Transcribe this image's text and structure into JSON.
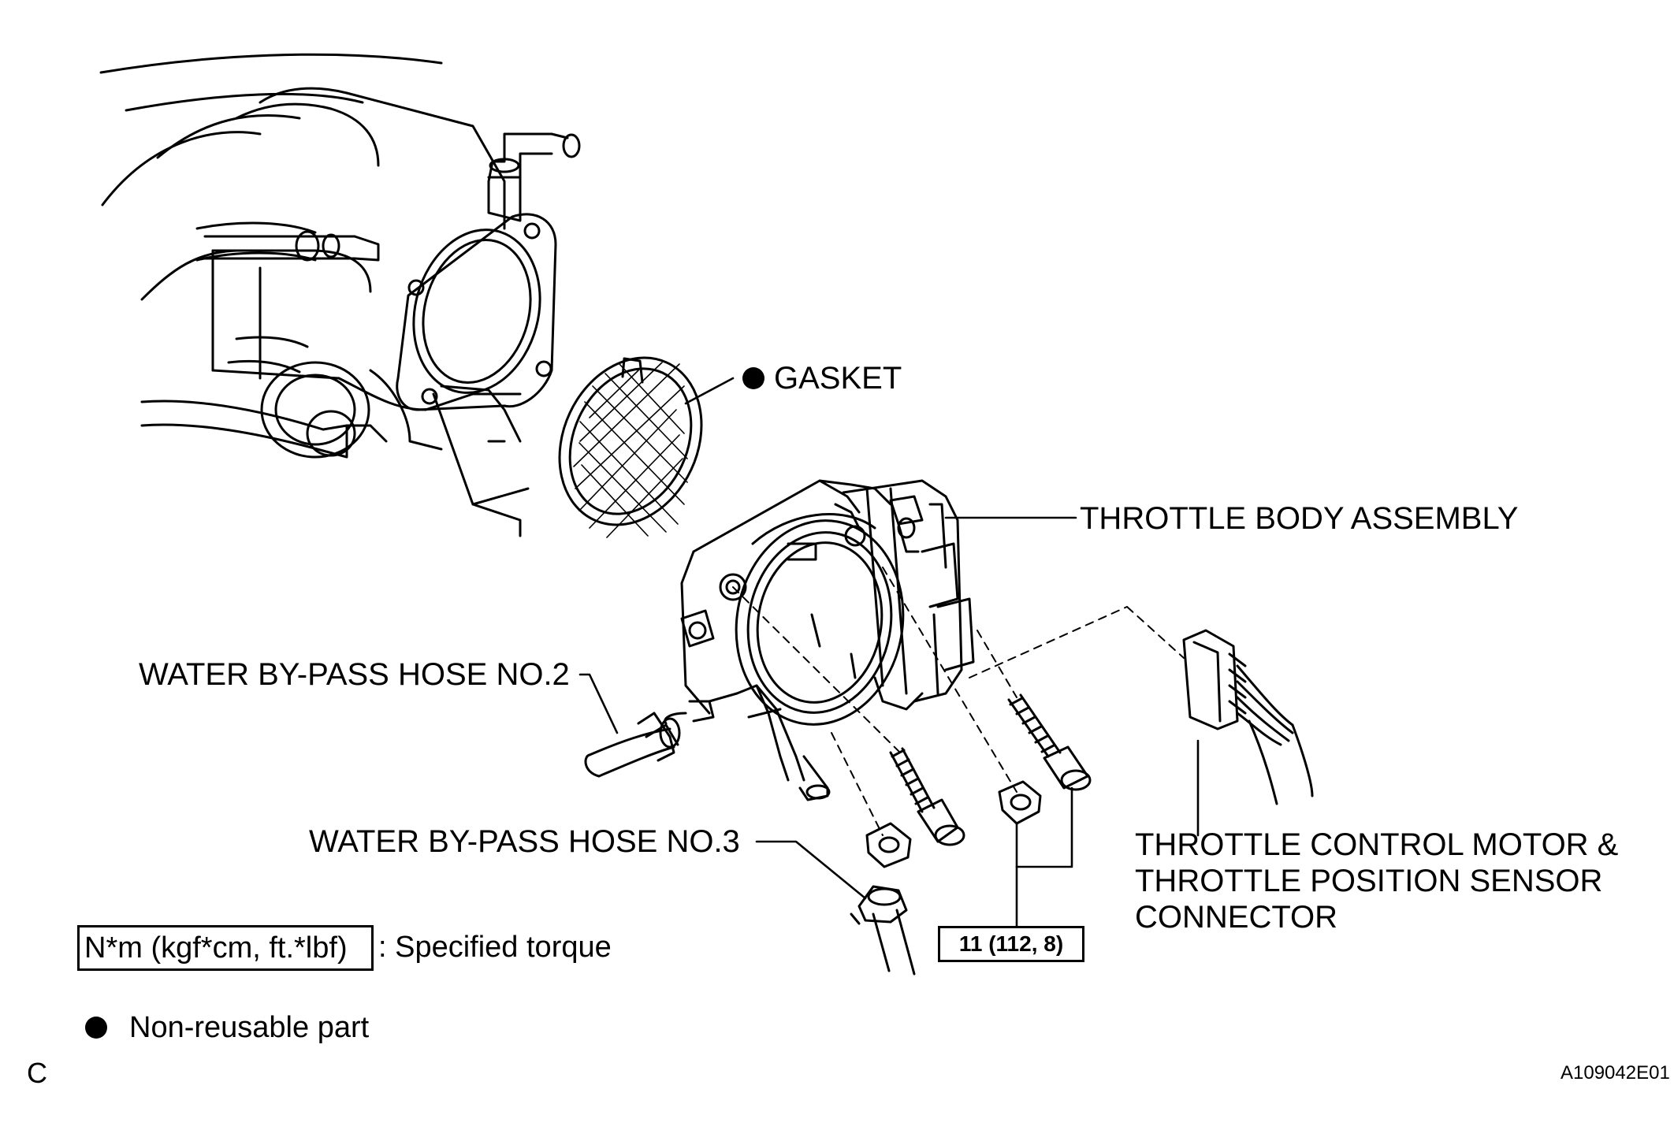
{
  "callouts": {
    "gasket": "GASKET",
    "throttle_body": "THROTTLE BODY ASSEMBLY",
    "hose_no2": "WATER BY-PASS HOSE NO.2",
    "hose_no3": "WATER BY-PASS HOSE NO.3",
    "connector_line1": "THROTTLE CONTROL MOTOR &",
    "connector_line2": "THROTTLE POSITION SENSOR",
    "connector_line3": "CONNECTOR",
    "torque_value": "11 (112, 8)"
  },
  "legend": {
    "torque_units": "N*m (kgf*cm, ft.*lbf)",
    "torque_desc": ": Specified torque",
    "nonreusable_desc": "Non-reusable part"
  },
  "footer": {
    "view_letter": "C",
    "figure_id": "A109042E01"
  },
  "icons": {
    "nonreusable_marker": "filled-circle-icon"
  }
}
